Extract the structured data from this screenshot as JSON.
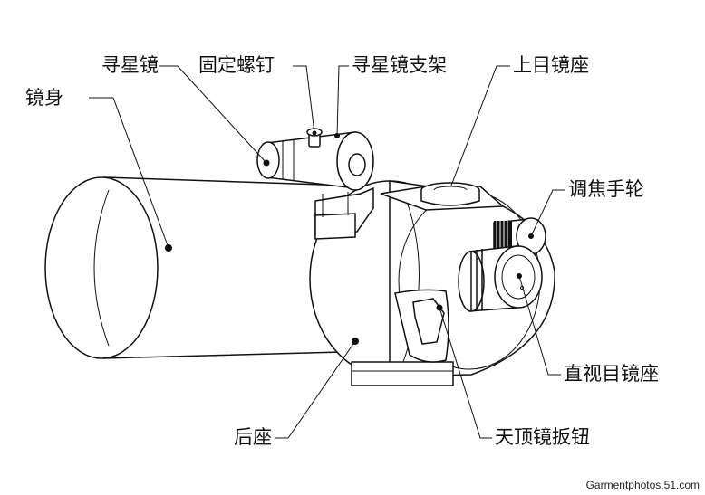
{
  "labels": {
    "finder": "寻星镜",
    "fixing_screw": "固定螺钉",
    "finder_bracket": "寻星镜支架",
    "upper_eyepiece_seat": "上目镜座",
    "tube_body": "镜身",
    "focus_knob": "调焦手轮",
    "straight_eyepiece_seat": "直视目镜座",
    "rear_seat": "后座",
    "diagonal_lever": "天顶镜扳钮"
  },
  "watermark": "Garmentphotos.51.com"
}
